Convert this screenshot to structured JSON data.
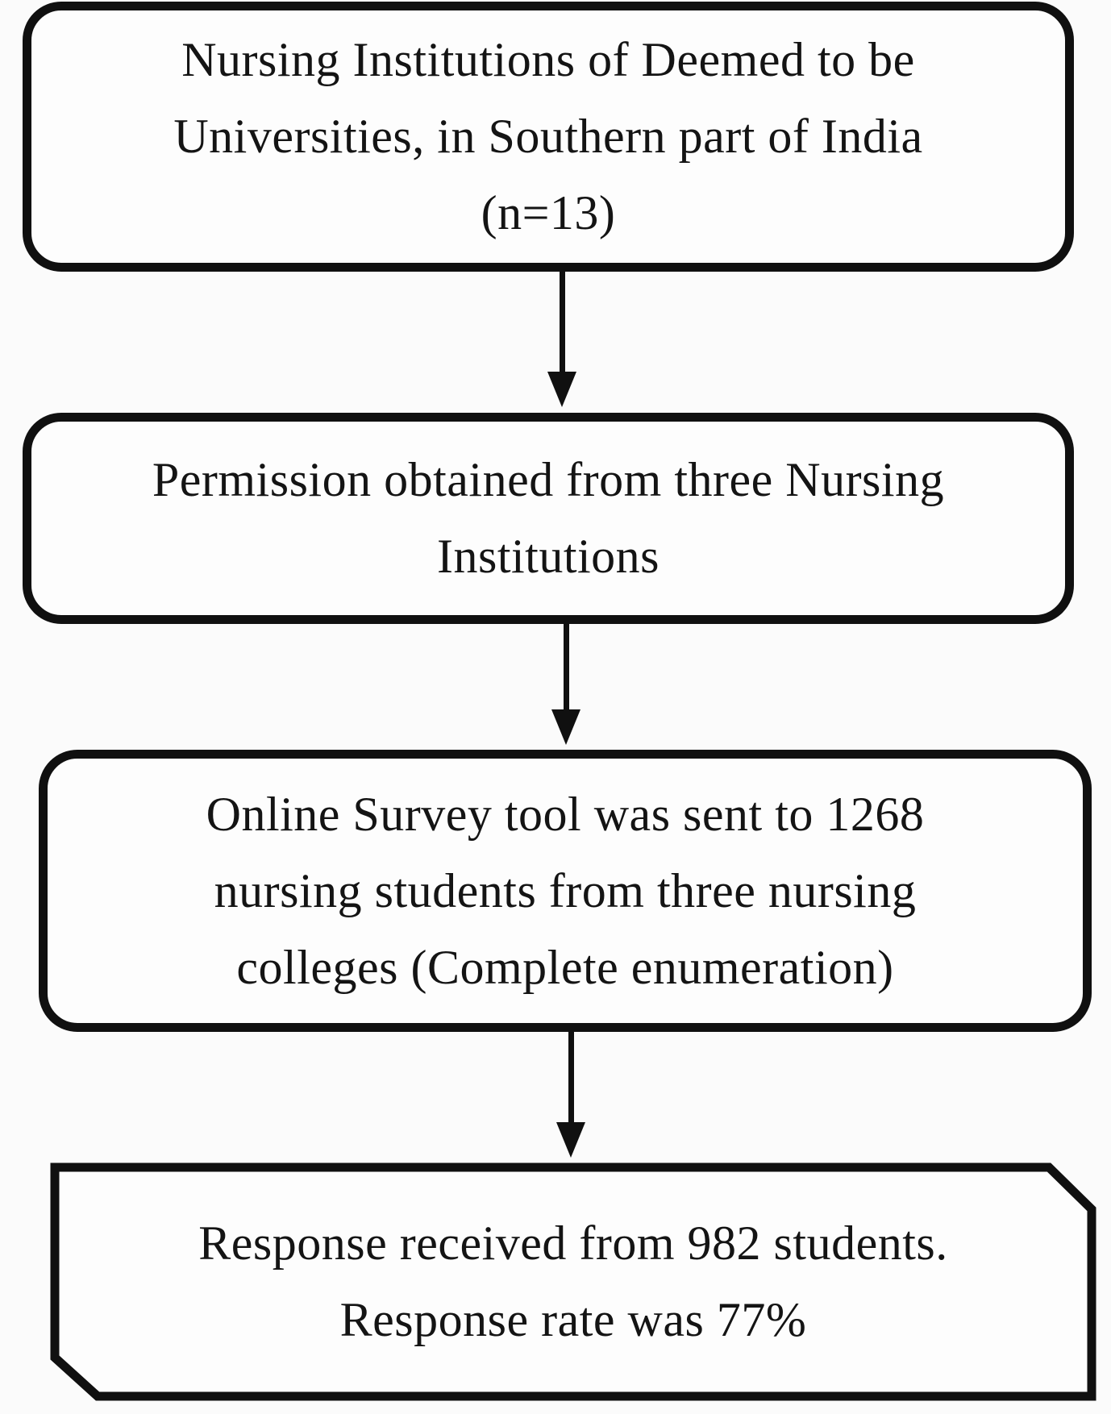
{
  "diagram": {
    "type": "flowchart",
    "colors": {
      "ink": "#101010",
      "fill": "#fdfdfd",
      "text": "#141414",
      "background": "#fbfbfb"
    },
    "nodes": [
      {
        "id": "nursing-institutions",
        "shape": "rounded-rectangle",
        "lines": [
          "Nursing Institutions of Deemed to be",
          "Universities, in Southern part of India",
          "(n=13)"
        ]
      },
      {
        "id": "permission-obtained",
        "shape": "rounded-rectangle",
        "lines": [
          "Permission obtained from three Nursing",
          "Institutions"
        ]
      },
      {
        "id": "survey-sent",
        "shape": "rounded-rectangle",
        "lines": [
          "Online Survey tool was sent to 1268",
          "nursing students from three nursing",
          "colleges (Complete enumeration)"
        ]
      },
      {
        "id": "response-received",
        "shape": "chamfered-rectangle",
        "lines": [
          "Response received from 982 students.",
          "Response rate was 77%"
        ]
      }
    ],
    "connectors": [
      {
        "from": "nursing-institutions",
        "to": "permission-obtained",
        "icon": "arrow-down-icon"
      },
      {
        "from": "permission-obtained",
        "to": "survey-sent",
        "icon": "arrow-down-icon"
      },
      {
        "from": "survey-sent",
        "to": "response-received",
        "icon": "arrow-down-icon"
      }
    ]
  }
}
